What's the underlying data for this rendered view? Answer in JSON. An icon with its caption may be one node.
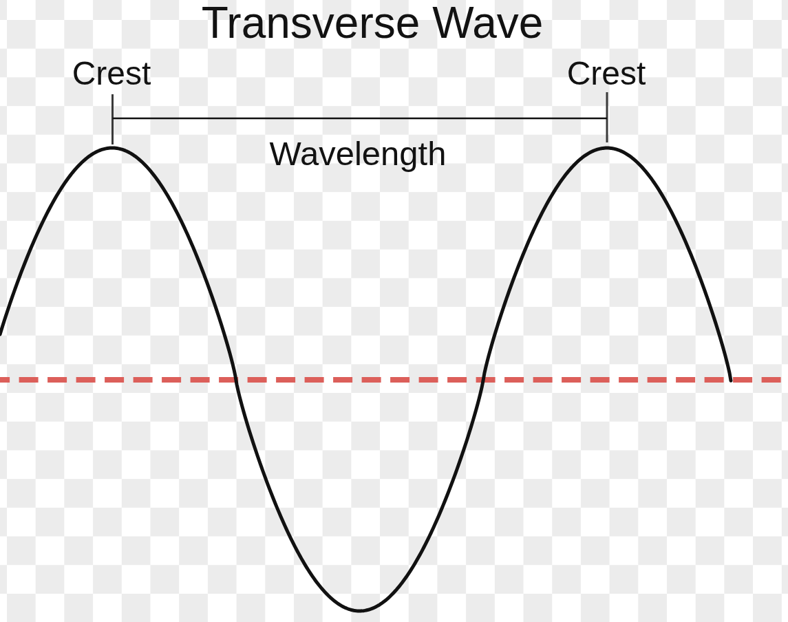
{
  "diagram": {
    "title": "Transverse Wave",
    "labels": [
      "Crest",
      "Crest",
      "Wavelength"
    ]
  }
}
